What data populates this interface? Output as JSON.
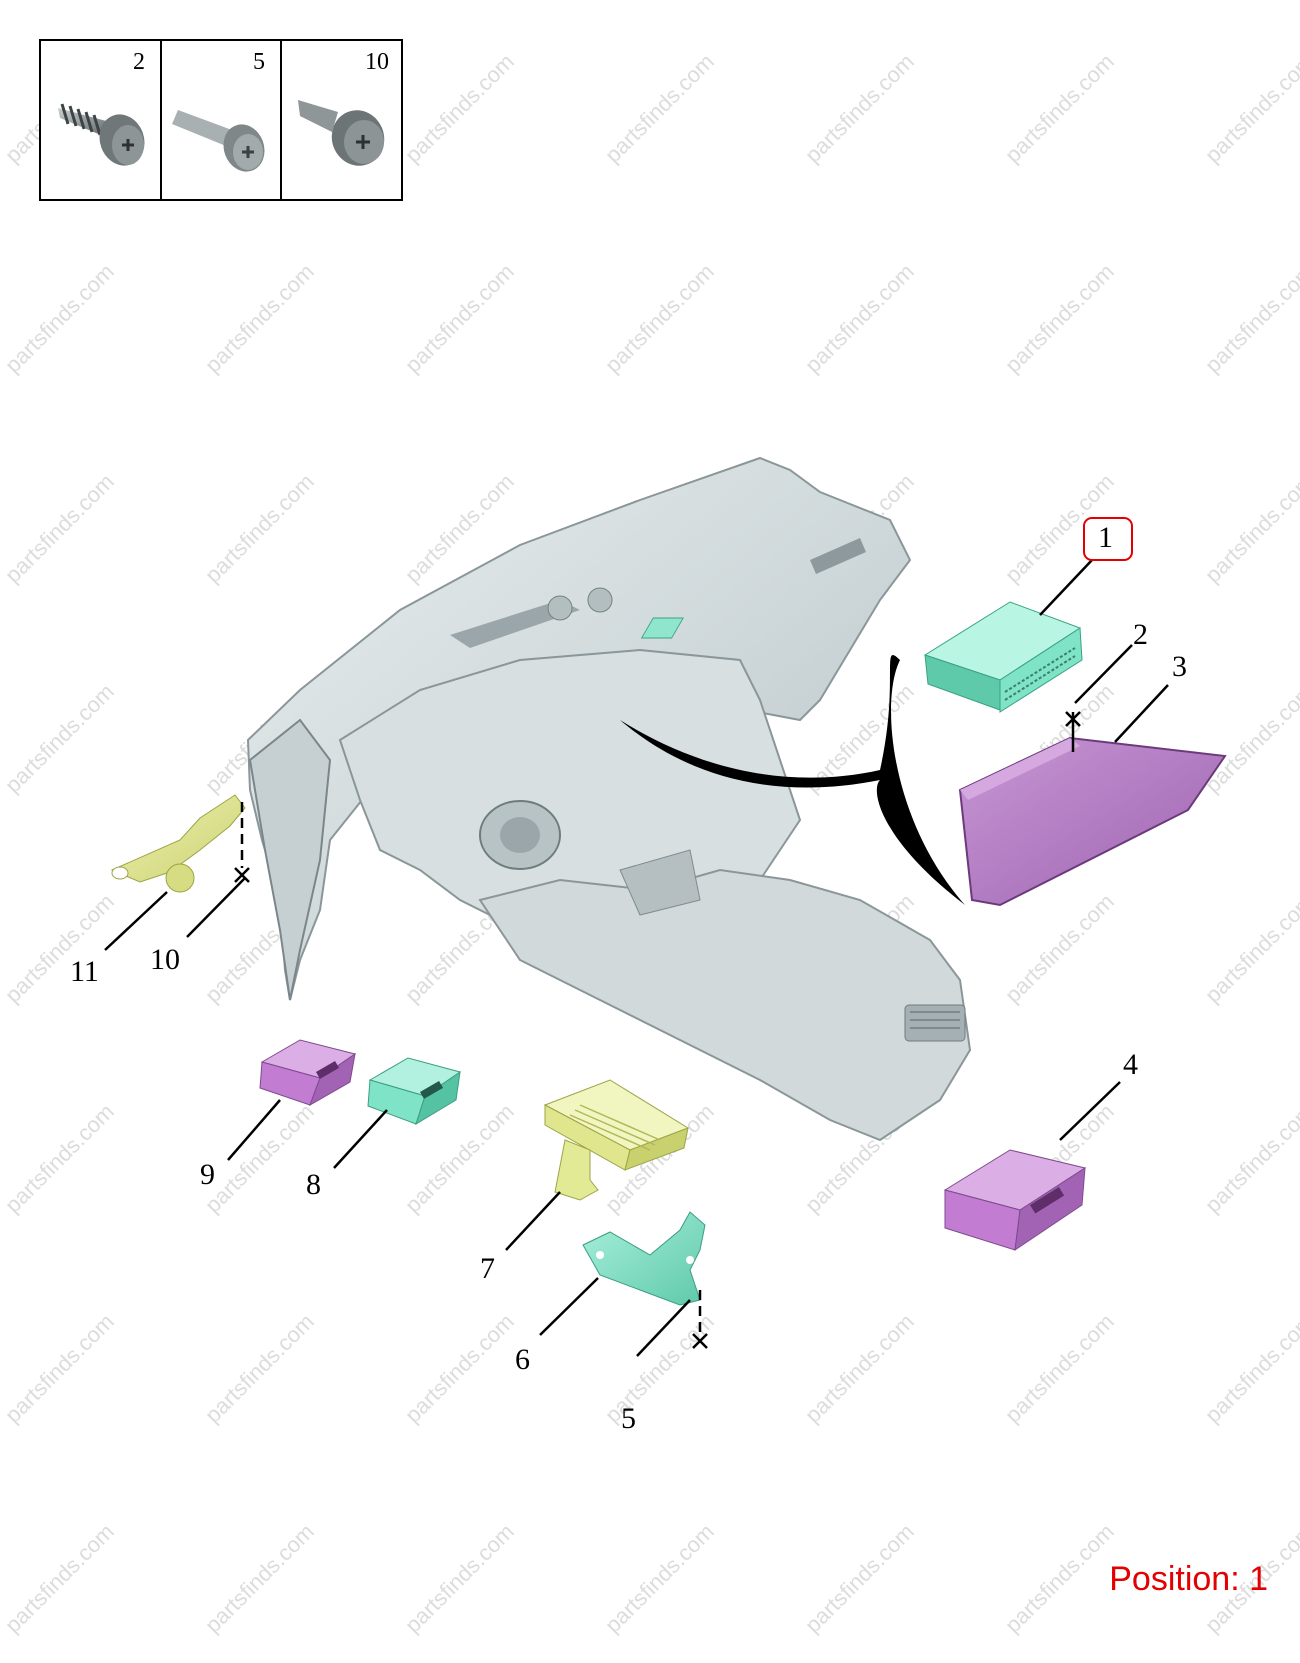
{
  "legend": {
    "cells": [
      {
        "number": "2",
        "icon": "tapping-screw-flange-icon"
      },
      {
        "number": "5",
        "icon": "machine-screw-icon"
      },
      {
        "number": "10",
        "icon": "pan-head-screw-icon"
      }
    ]
  },
  "callouts": {
    "n1": "1",
    "n2": "2",
    "n3": "3",
    "n4": "4",
    "n5": "5",
    "n6": "6",
    "n7": "7",
    "n8": "8",
    "n9": "9",
    "n10": "10",
    "n11": "11"
  },
  "highlighted_callout": "1",
  "position_label": "Position: 1",
  "watermark": "partsfinds.com",
  "colors": {
    "highlight": "#e30000",
    "dashboard": "#cfd8da",
    "mint_part": "#7fe3c7",
    "violet_part": "#b579c6",
    "yellow_part": "#e3ea96",
    "position_text": "#e30000"
  }
}
